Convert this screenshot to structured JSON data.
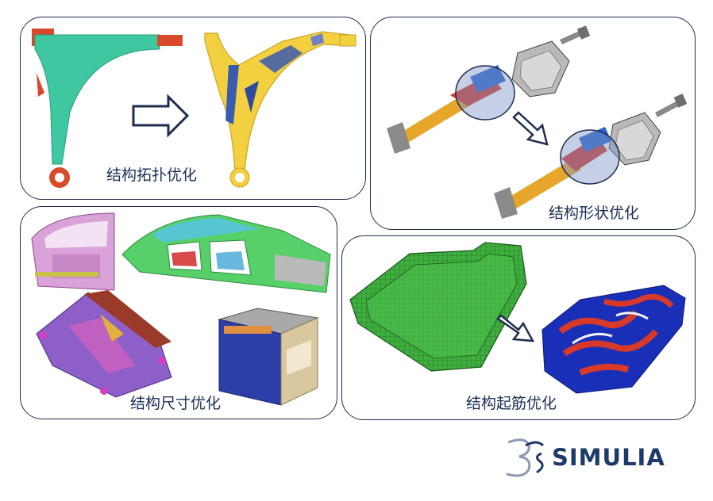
{
  "panels": {
    "topology": {
      "label": "结构拓扑优化"
    },
    "shape": {
      "label": "结构形状优化"
    },
    "sizing": {
      "label": "结构尺寸优化"
    },
    "bead": {
      "label": "结构起筋优化"
    }
  },
  "logo": {
    "text": "SIMULIA",
    "mark": "3DS"
  }
}
